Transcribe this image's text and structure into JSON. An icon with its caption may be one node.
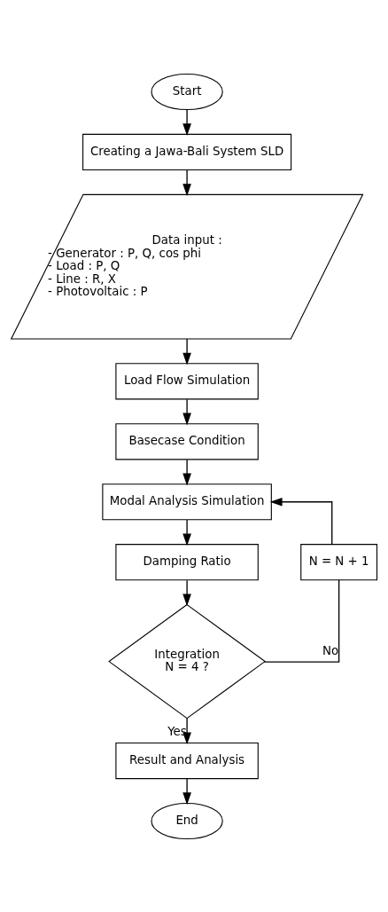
{
  "diagram": {
    "nodes": [
      {
        "text": [
          "Start"
        ]
      },
      {
        "text": [
          "Creating a Jawa-Bali System SLD"
        ]
      },
      {
        "text": [
          "Data input :",
          "- Generator : P, Q, cos phi",
          "- Load : P, Q",
          "- Line : R, X",
          "- Photovoltaic : P"
        ]
      },
      {
        "text": [
          "Load Flow Simulation"
        ]
      },
      {
        "text": [
          "Basecase Condition"
        ]
      },
      {
        "text": [
          "Modal Analysis Simulation"
        ]
      },
      {
        "text": [
          "Damping Ratio"
        ]
      },
      {
        "text": [
          "N = N + 1"
        ]
      },
      {
        "text": [
          "Integration",
          "N = 4 ?"
        ]
      },
      {
        "text": [
          "Result and Analysis"
        ]
      },
      {
        "text": [
          "End"
        ]
      }
    ],
    "edges": [
      {
        "from": 0,
        "to": 1,
        "arrow": "to"
      },
      {
        "from": 1,
        "to": 2,
        "arrow": "to"
      },
      {
        "from": 2,
        "to": 3,
        "arrow": "to"
      },
      {
        "from": 3,
        "to": 4,
        "arrow": "to"
      },
      {
        "from": 4,
        "to": 5,
        "arrow": "to"
      },
      {
        "from": 5,
        "to": 6,
        "arrow": "to"
      },
      {
        "from": 6,
        "to": 8,
        "arrow": "to"
      },
      {
        "from": 8,
        "to": 7,
        "arrow": "none",
        "label": "No"
      },
      {
        "from": 7,
        "to": 5,
        "arrow": "to"
      },
      {
        "from": 8,
        "to": 9,
        "arrow": "to",
        "label": "Yes"
      },
      {
        "from": 9,
        "to": 10,
        "arrow": "to"
      }
    ]
  }
}
